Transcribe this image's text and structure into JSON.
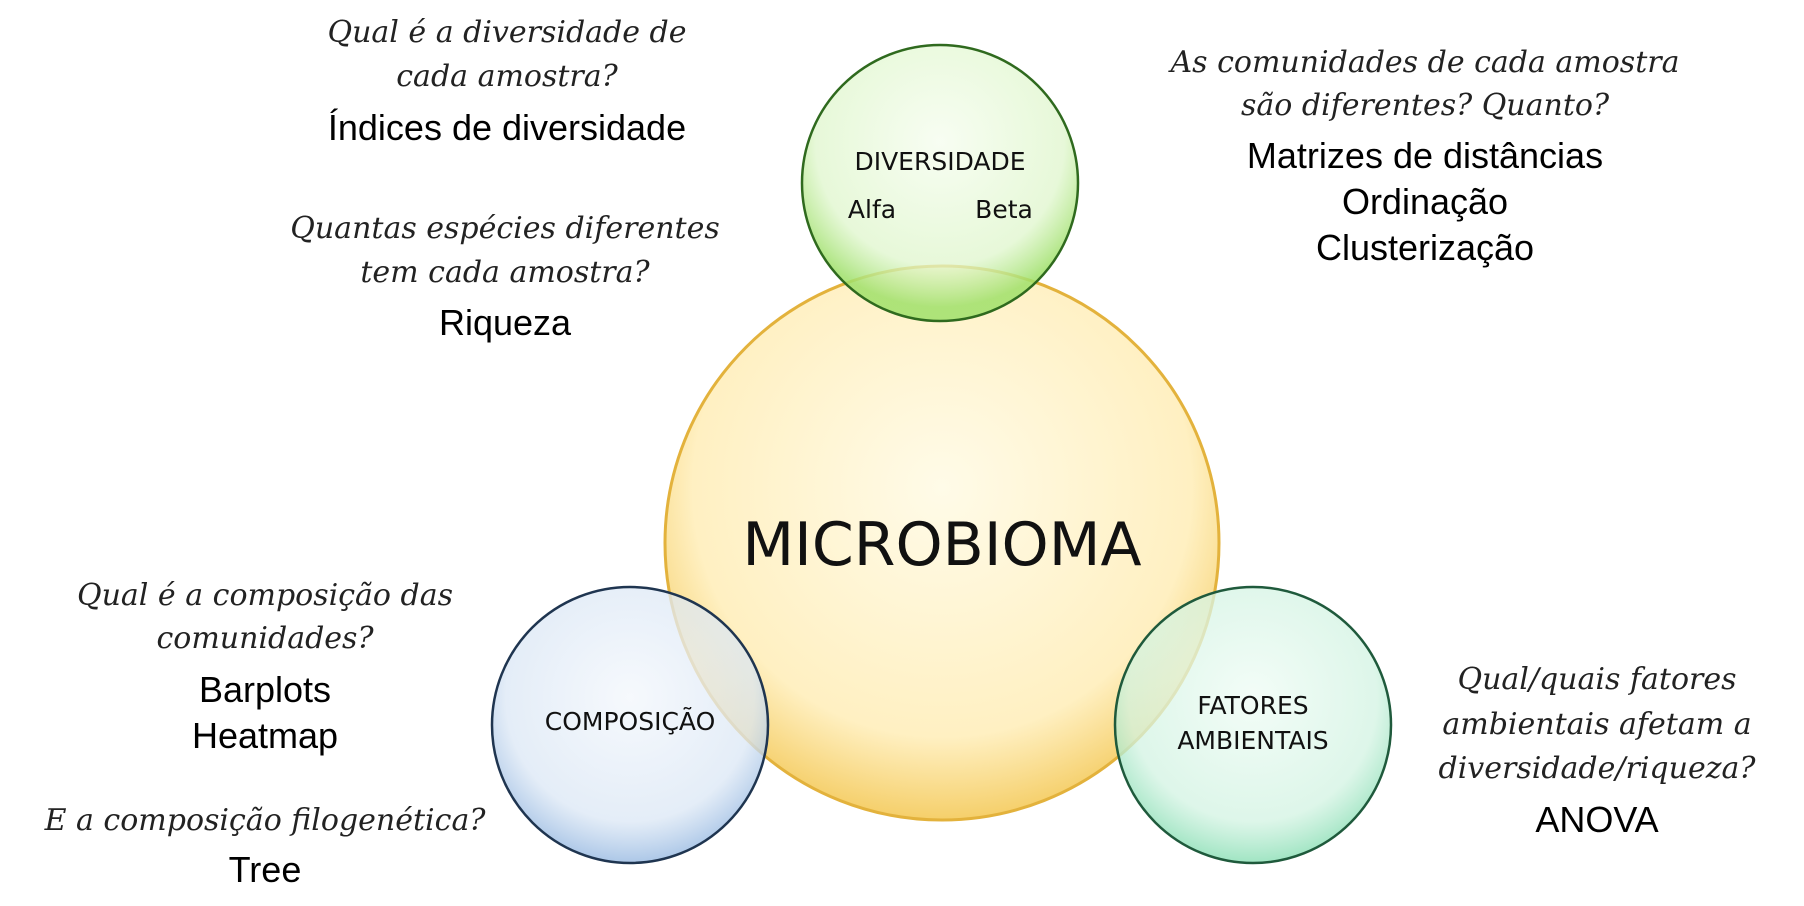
{
  "colors": {
    "main": "#f2c14e",
    "diversidade": "#7fd34e",
    "composicao": "#6b9bd2",
    "fatores": "#5fd39a"
  },
  "circles": {
    "main": {
      "label": "MICROBIOMA"
    },
    "diversidade": {
      "label": "DIVERSIDADE",
      "sub_left": "Alfa",
      "sub_right": "Beta"
    },
    "composicao": {
      "label": "COMPOSIÇÃO"
    },
    "fatores": {
      "label_line1": "FATORES",
      "label_line2": "AMBIENTAIS"
    }
  },
  "blocks": {
    "diversidade_q": {
      "line1": "Qual é a diversidade de",
      "line2": "cada amostra?",
      "answer": "Índices de diversidade"
    },
    "riqueza_q": {
      "line1": "Quantas espécies diferentes",
      "line2": "tem cada amostra?",
      "answer": "Riqueza"
    },
    "beta_q": {
      "line1": "As comunidades de cada amostra",
      "line2": "são diferentes? Quanto?",
      "answer1": "Matrizes de distâncias",
      "answer2": "Ordinação",
      "answer3": "Clusterização"
    },
    "composicao_q": {
      "line1": "Qual é a composição das",
      "line2": "comunidades?",
      "answer1": "Barplots",
      "answer2": "Heatmap"
    },
    "filogenetica_q": {
      "line1": "E a composição filogenética?",
      "answer": "Tree"
    },
    "fatores_q": {
      "line1": "Qual/quais fatores",
      "line2": "ambientais afetam a",
      "line3": "diversidade/riqueza?",
      "answer": "ANOVA"
    }
  }
}
